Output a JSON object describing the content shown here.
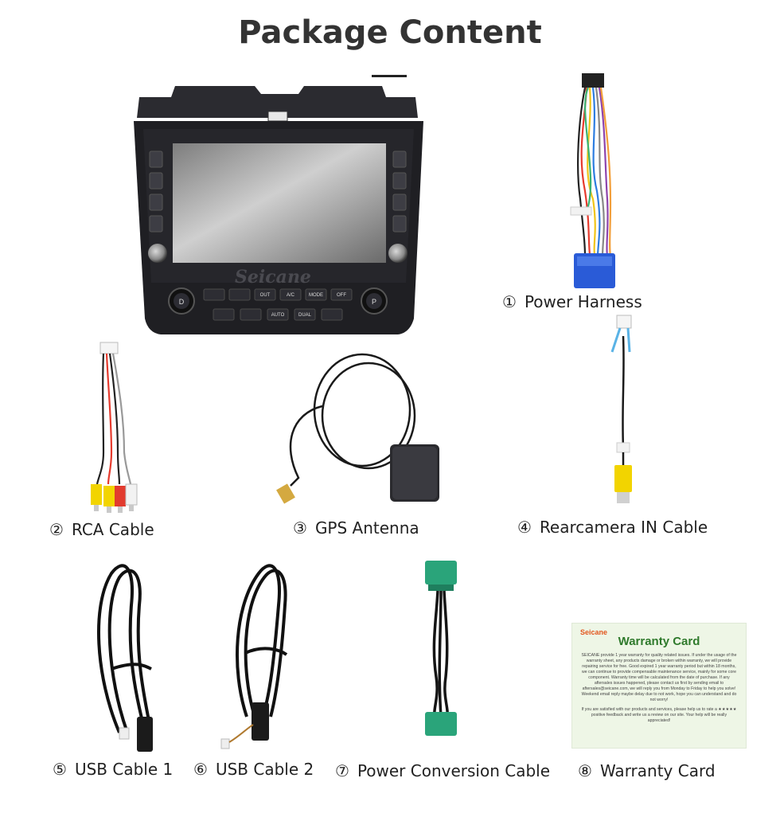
{
  "page": {
    "title": "Package Content"
  },
  "device": {
    "brand": "Seicane",
    "buttons_top": [
      "OUT",
      "A/C",
      "MODE",
      "OFF"
    ],
    "buttons_bottom": [
      "AUTO",
      "DUAL"
    ],
    "knob_left": "D",
    "knob_right": "P"
  },
  "items": [
    {
      "num": "①",
      "label": "Power Harness"
    },
    {
      "num": "②",
      "label": "RCA Cable"
    },
    {
      "num": "③",
      "label": "GPS Antenna"
    },
    {
      "num": "④",
      "label": "Rearcamera IN Cable"
    },
    {
      "num": "⑤",
      "label": "USB Cable 1"
    },
    {
      "num": "⑥",
      "label": "USB Cable 2"
    },
    {
      "num": "⑦",
      "label": "Power Conversion Cable"
    },
    {
      "num": "⑧",
      "label": "Warranty Card"
    }
  ],
  "warranty_card": {
    "brand": "Seicane",
    "title": "Warranty Card",
    "body": "SEICANE provide 1 year warranty for quality related issues. If under the usage of the warranty sheet, any products damage or broken within warranty, we will provide repairing service for free. Good expired 1 year warranty period but within 18 months, we can continue to provide compensable maintenance service, mainly for some core component. Warranty time will be calculated from the date of purchase. If any aftersales issues happened, please contact us first by sending email to aftersales@seicane.com, we will reply you from Monday to Friday to help you solve! Weekend email reply maybe delay due to not work, hope you can understand and do not worry!",
    "footer": "If you are satisfied with our products and services, please help us to rate a ★★★★★ positive feedback and write us a review on our site. Your help will be really appreciated!"
  },
  "colors": {
    "title": "#333333",
    "card_green": "#2f7a2c",
    "card_bg": "#eef6e6",
    "connector_blue": "#2a5bd7",
    "connector_green": "#2aa47a",
    "rca_yellow": "#f2d400",
    "rca_red": "#e23b2e"
  }
}
